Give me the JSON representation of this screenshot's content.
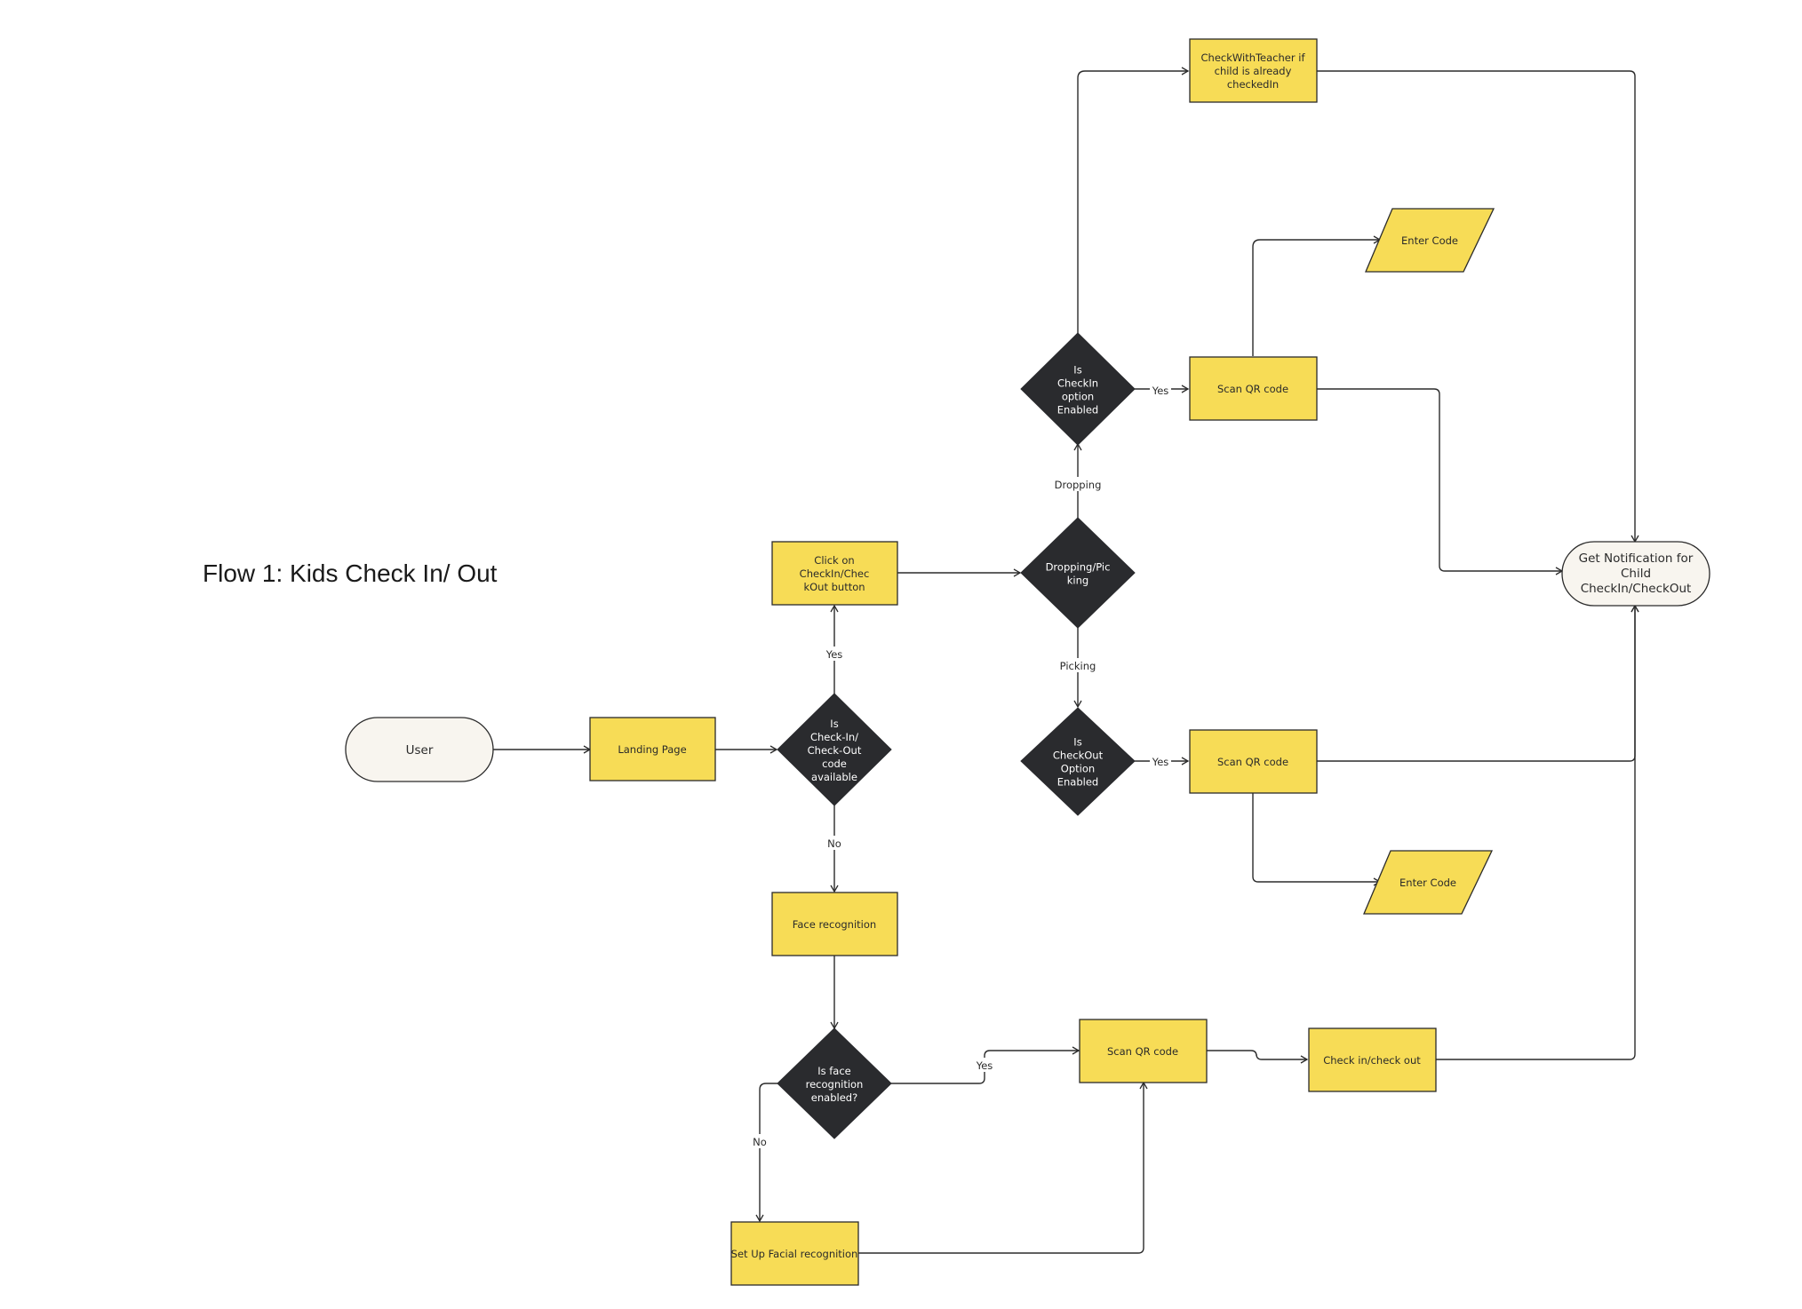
{
  "title": "Flow 1: Kids Check In/ Out",
  "colors": {
    "process": "#f7dc56",
    "decision": "#2a2b2e",
    "terminal": "#f8f5ef",
    "stroke": "#2b2b2b"
  },
  "nodes": {
    "user": "User",
    "landing": "Landing Page",
    "code_available": "Is Check-In/Check-Out code available",
    "click_button": "Click on CheckIn/CheckOut button",
    "dropping_picking": "Dropping/Picking",
    "checkin_enabled": "Is CheckIn option Enabled",
    "check_teacher": "CheckWithTeacher if child is already checkedIn",
    "scan_qr_top": "Scan QR code",
    "enter_code_top": "Enter Code",
    "checkout_enabled": "Is CheckOut Option Enabled",
    "scan_qr_mid": "Scan QR code",
    "enter_code_bottom": "Enter Code",
    "notification": "Get Notification for Child CheckIn/CheckOut",
    "face_recognition": "Face recognition",
    "face_enabled": "Is face recognition enabled?",
    "scan_qr_bottom": "Scan QR code",
    "check_in_out": "Check in/check out",
    "setup_facial": "Set Up Facial recognition"
  },
  "edge_labels": {
    "yes_code": "Yes",
    "no_code": "No",
    "dropping": "Dropping",
    "picking": "Picking",
    "yes_checkin": "Yes",
    "yes_checkout": "Yes",
    "yes_face": "Yes",
    "no_face": "No"
  }
}
